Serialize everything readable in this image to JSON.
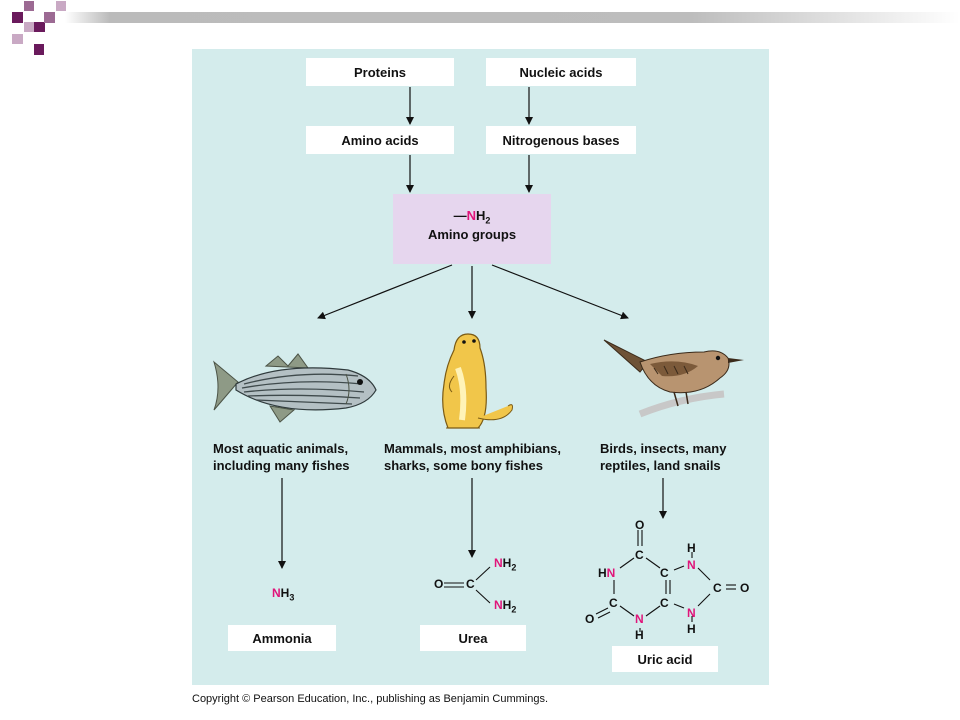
{
  "diagram": {
    "sources": [
      {
        "label": "Proteins"
      },
      {
        "label": "Nucleic acids"
      }
    ],
    "intermediates": [
      {
        "label": "Amino acids"
      },
      {
        "label": "Nitrogenous bases"
      }
    ],
    "amino_group": {
      "formula_prefix": "—",
      "formula_n": "N",
      "formula_suffix": "H",
      "formula_sub": "2",
      "label": "Amino groups"
    },
    "animals": [
      {
        "line1": "Most aquatic animals,",
        "line2": "including many fishes",
        "icon": "fish-icon"
      },
      {
        "line1": "Mammals, most amphibians,",
        "line2": "sharks, some bony fishes",
        "icon": "prairie-dog-icon"
      },
      {
        "line1": "Birds, insects, many",
        "line2": "reptiles, land snails",
        "icon": "bird-icon"
      }
    ],
    "products": [
      {
        "label": "Ammonia"
      },
      {
        "label": "Urea"
      },
      {
        "label": "Uric acid"
      }
    ],
    "ammonia_formula": {
      "n": "N",
      "h": "H",
      "sub": "3"
    },
    "urea_formula": {
      "o": "O",
      "eq": "=",
      "c": "C",
      "n1": "N",
      "h1": "H",
      "sub1": "2",
      "n2": "N",
      "h2": "H",
      "sub2": "2"
    },
    "uric_formula": {
      "o_top": "O",
      "o_left": "O",
      "o_right": "O",
      "c": "C",
      "n": "N",
      "h": "H"
    }
  },
  "copyright": "Copyright © Pearson Education, Inc., publishing as Benjamin Cummings.",
  "colors": {
    "panel": "#d4ecec",
    "amino_box": "#e6d6ee",
    "nitrogen": "#e0157a",
    "deco_purple": "#6a1a5c"
  }
}
